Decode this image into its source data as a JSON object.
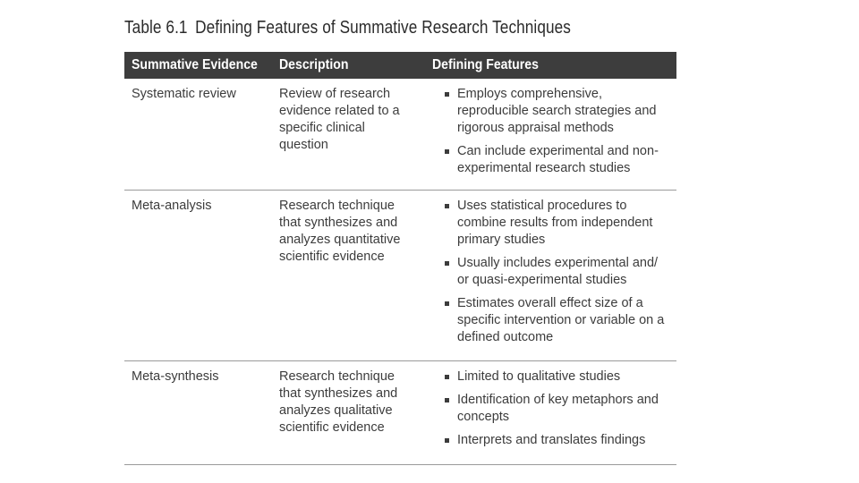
{
  "caption": {
    "number": "Table 6.1",
    "title": "Defining Features of Summative Research Techniques"
  },
  "table": {
    "headers": [
      "Summative Evidence",
      "Description",
      "Defining Features"
    ],
    "rows": [
      {
        "evidence": "Systematic review",
        "description": "Review of research evidence related to a specific clinical question",
        "features": [
          "Employs comprehensive, reproducible search strategies and rigorous appraisal methods",
          "Can include experimental and non-experimental research studies"
        ]
      },
      {
        "evidence": "Meta-analysis",
        "description": "Research technique that synthesizes and analyzes quantitative scientific evidence",
        "features": [
          "Uses statistical procedures to combine results from independent primary studies",
          "Usually includes experimental and/ or quasi-experimental studies",
          "Estimates overall effect size of a specific intervention or variable on a defined outcome"
        ]
      },
      {
        "evidence": "Meta-synthesis",
        "description": "Research technique that synthesizes and analyzes qualitative scientific evidence",
        "features": [
          "Limited to qualitative studies",
          "Identification of key metaphors and concepts",
          "Interprets and translates findings"
        ]
      }
    ]
  }
}
